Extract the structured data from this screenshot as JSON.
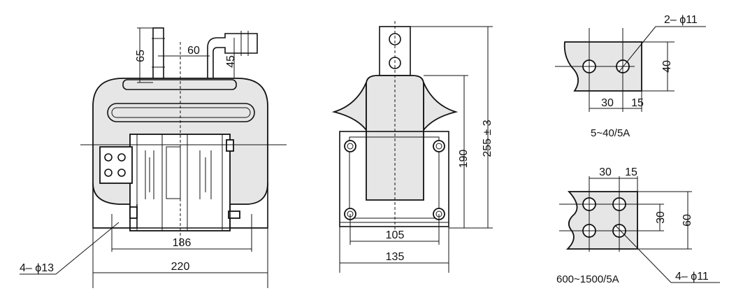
{
  "front_view": {
    "dim_terminal_height": "65",
    "dim_terminal_spacing": "60",
    "dim_terminal_offset": "45",
    "dim_mount_hole_spacing": "186",
    "dim_base_width": "220",
    "label_mount_holes": "4– ϕ13"
  },
  "side_view": {
    "dim_total_height": "255 ± 3",
    "dim_body_height": "190",
    "dim_hole_spacing": "105",
    "dim_base_width": "135"
  },
  "detail_small": {
    "label_holes": "2– ϕ11",
    "dim_height": "40",
    "dim_width": "30",
    "dim_edge": "15",
    "caption": "5~40/5A"
  },
  "detail_large": {
    "dim_width": "30",
    "dim_edge": "15",
    "dim_hole_pitch": "30",
    "dim_height": "60",
    "label_holes": "4– ϕ11",
    "caption": "600~1500/5A"
  }
}
